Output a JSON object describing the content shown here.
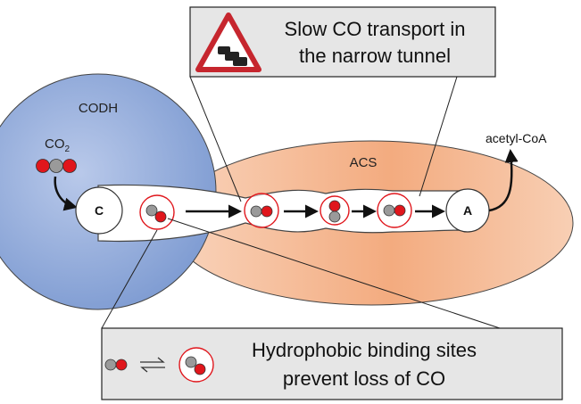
{
  "labels": {
    "codh": "CODH",
    "acs": "ACS",
    "co2": "CO",
    "co2_sub": "2",
    "acetyl_coa": "acetyl-CoA",
    "site_c": "C",
    "site_a": "A"
  },
  "callouts": {
    "top": {
      "line1": "Slow CO transport in",
      "line2": "the narrow tunnel",
      "icon": "traffic-jam-warning-icon"
    },
    "bottom": {
      "line1": "Hydrophobic binding sites",
      "line2": "prevent loss of CO",
      "icon": "equilibrium-arrows-icon"
    }
  },
  "colors": {
    "codh_fill": "#8fa9d9",
    "acs_fill": "#f2a97c",
    "callout_fill": "#e6e6e6",
    "oxygen": "#e0161c",
    "carbon": "#9a9a9a",
    "binding_ring": "#e0161c",
    "warning_red": "#c6262e"
  }
}
